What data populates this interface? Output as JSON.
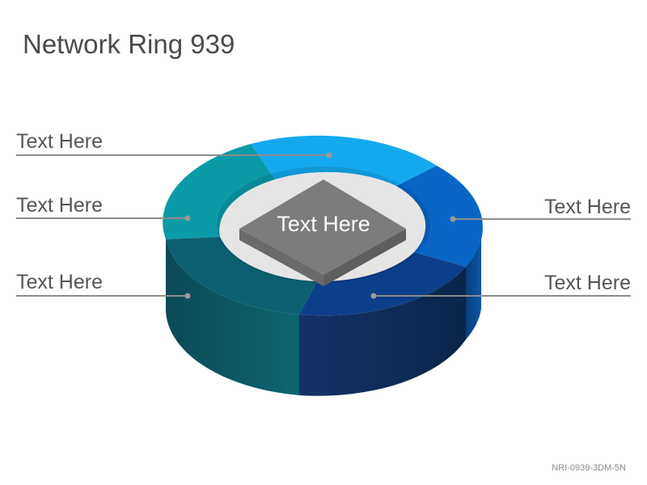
{
  "title": "Network Ring 939",
  "center_label": "Text Here",
  "callouts": {
    "top_left": "Text Here",
    "mid_left": "Text Here",
    "low_left": "Text Here",
    "mid_right": "Text Here",
    "low_right": "Text Here"
  },
  "footer_code": "NRI-0939-3DM-5N",
  "colors": {
    "segment_top": "#14a9ee",
    "segment_right": "#0a66c6",
    "segment_bottom": "#0c3f8a",
    "segment_left_lower": "#0b5f70",
    "segment_left_upper": "#0a9aa8",
    "center_block": "#7c7c7c",
    "leader_line": "#8c8c8c"
  }
}
